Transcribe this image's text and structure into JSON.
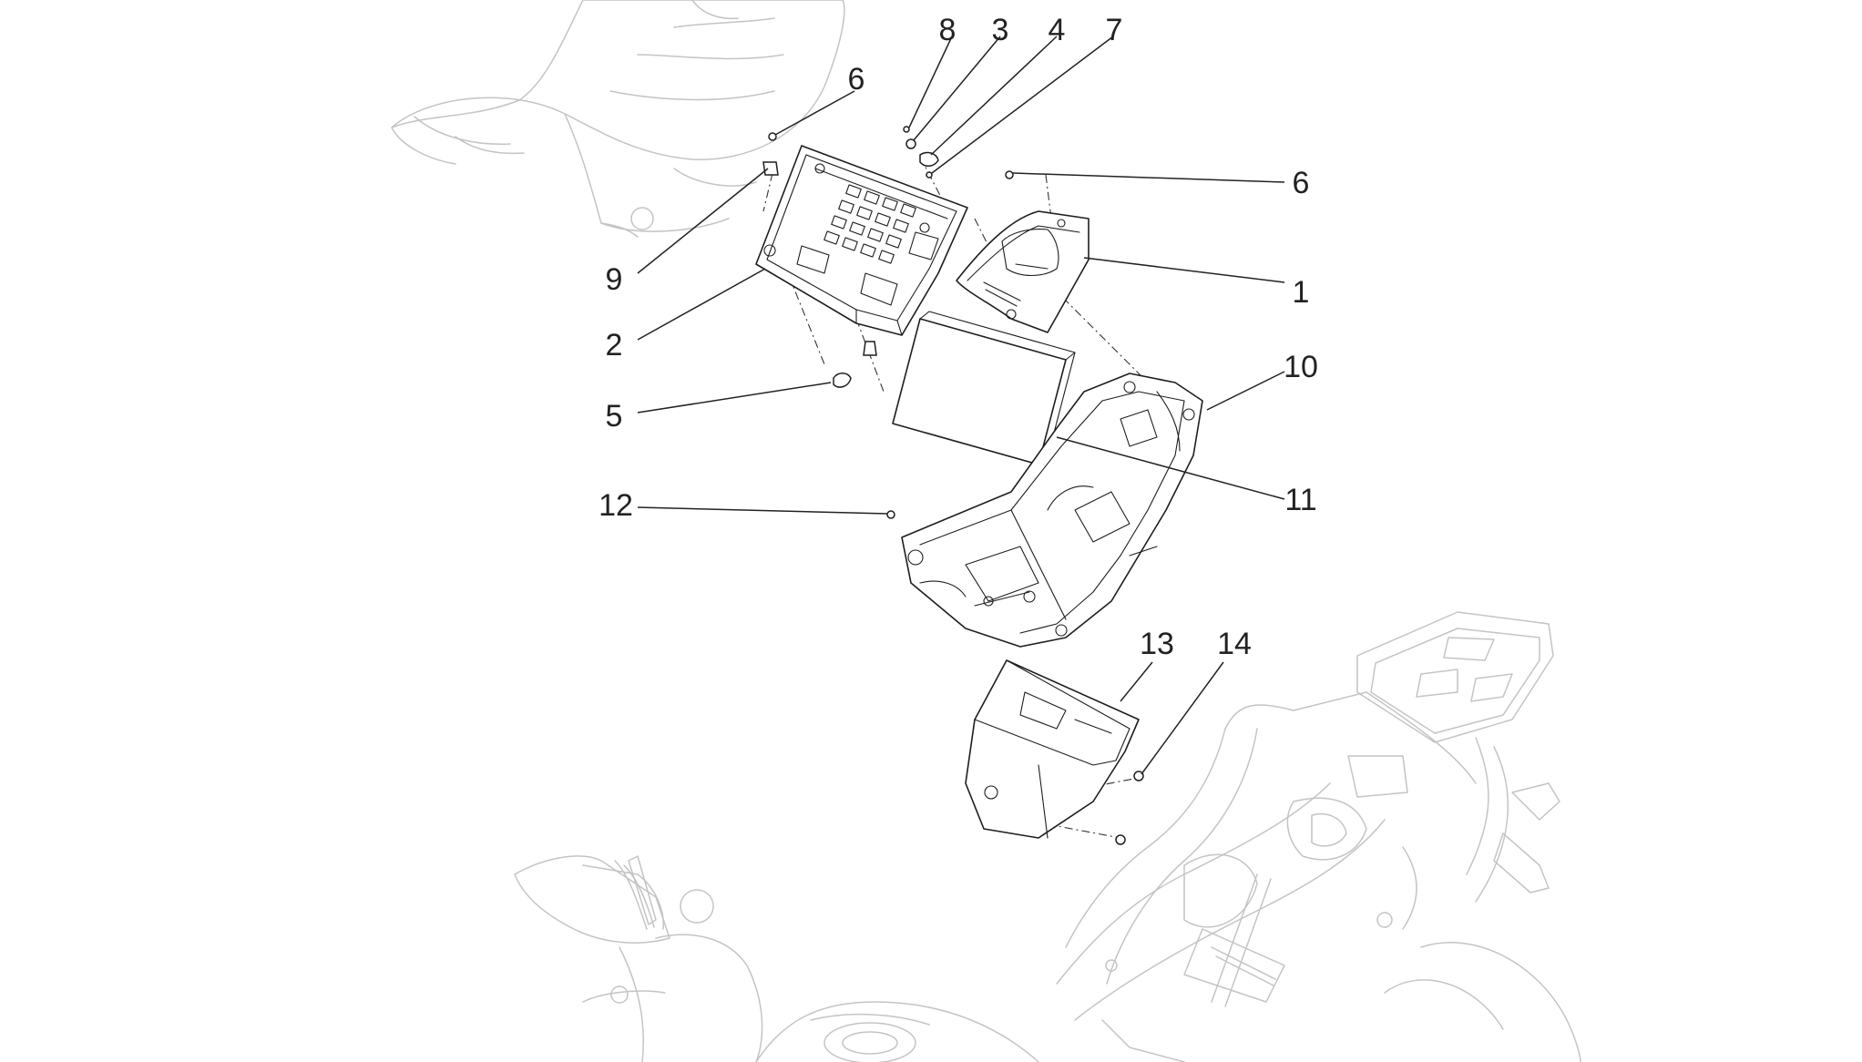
{
  "diagram": {
    "callouts": [
      {
        "id": "c8",
        "label": "8"
      },
      {
        "id": "c3",
        "label": "3"
      },
      {
        "id": "c4",
        "label": "4"
      },
      {
        "id": "c7",
        "label": "7"
      },
      {
        "id": "c6a",
        "label": "6"
      },
      {
        "id": "c6b",
        "label": "6"
      },
      {
        "id": "c9",
        "label": "9"
      },
      {
        "id": "c1",
        "label": "1"
      },
      {
        "id": "c2",
        "label": "2"
      },
      {
        "id": "c10",
        "label": "10"
      },
      {
        "id": "c5",
        "label": "5"
      },
      {
        "id": "c11",
        "label": "11"
      },
      {
        "id": "c12",
        "label": "12"
      },
      {
        "id": "c13",
        "label": "13"
      },
      {
        "id": "c14",
        "label": "14"
      }
    ],
    "style": {
      "ink": "#1e1e1e",
      "ghost": "#c4c4c4",
      "background": "#ffffff"
    }
  }
}
